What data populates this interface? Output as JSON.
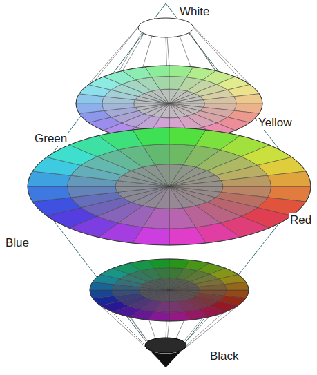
{
  "diagram": {
    "labels": [
      "White",
      "Yellow",
      "Green",
      "Red",
      "Blue",
      "Black"
    ]
  }
}
